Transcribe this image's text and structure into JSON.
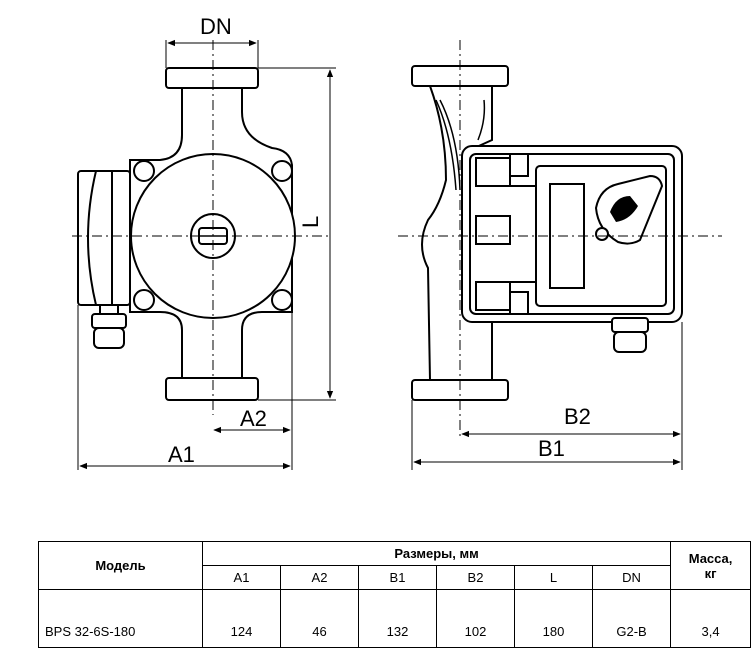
{
  "drawing": {
    "labels": {
      "dn": "DN",
      "l": "L",
      "a1": "A1",
      "a2": "A2",
      "b1": "B1",
      "b2": "B2"
    }
  },
  "table": {
    "model_header": "Модель",
    "sizes_header": "Размеры, мм",
    "mass_header_line1": "Масса,",
    "mass_header_line2": "кг",
    "columns": [
      "A1",
      "A2",
      "B1",
      "B2",
      "L",
      "DN"
    ],
    "rows": [
      {
        "model": "BPS 32-6S-180",
        "a1": "124",
        "a2": "46",
        "b1": "132",
        "b2": "102",
        "l": "180",
        "dn": "G2-B",
        "mass": "3,4"
      }
    ]
  }
}
